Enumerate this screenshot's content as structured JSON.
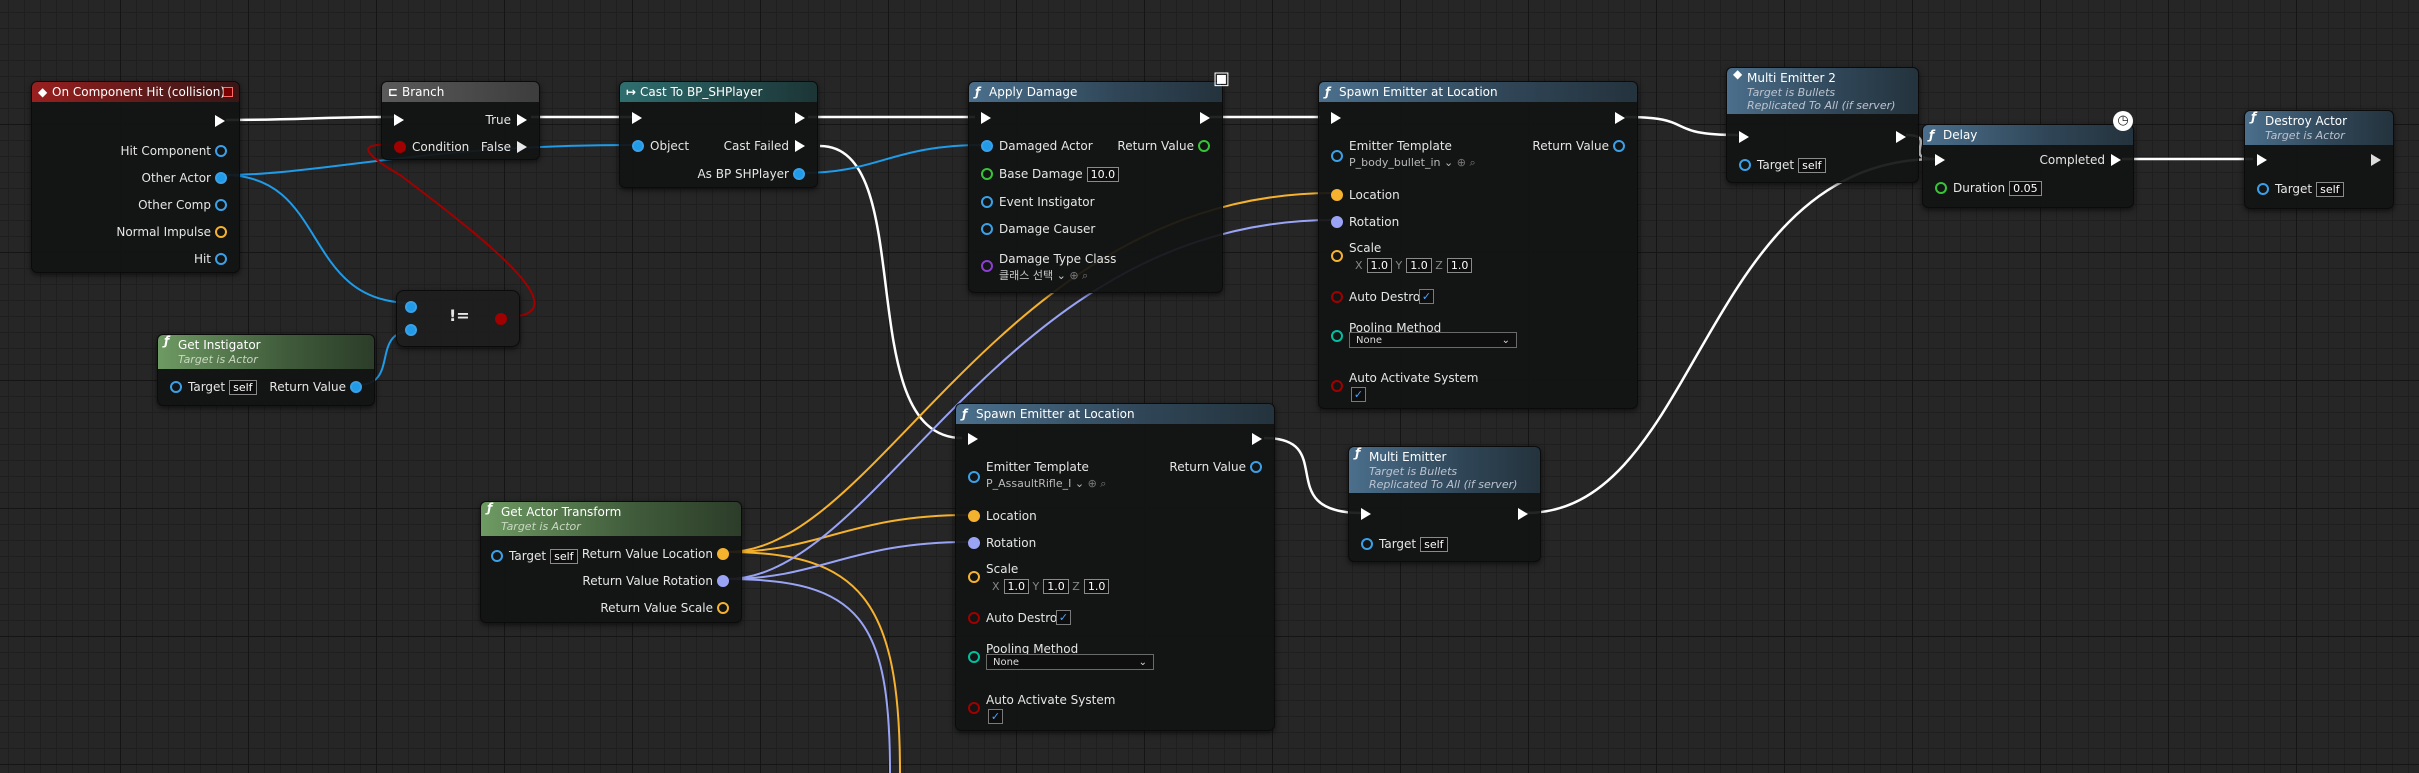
{
  "colors": {
    "exec": "#ffffff",
    "object": "#1f9be8",
    "vector": "#f5b22f",
    "rotator": "#9aa4f5",
    "transform": "#f2a63a",
    "bool": "#a00000",
    "float": "#36c536",
    "string": "#e040e0",
    "struct": "#00c0a0"
  },
  "nodes": {
    "on_hit": {
      "title": "On Component Hit (collision)",
      "pins": [
        "Hit Component",
        "Other Actor",
        "Other Comp",
        "Normal Impulse",
        "Hit"
      ]
    },
    "branch": {
      "title": "Branch",
      "condition": "Condition",
      "true": "True",
      "false": "False"
    },
    "cast": {
      "title": "Cast To BP_SHPlayer",
      "object": "Object",
      "cast_failed": "Cast Failed",
      "as": "As BP SHPlayer"
    },
    "apply_damage": {
      "title": "Apply Damage",
      "damaged_actor": "Damaged Actor",
      "return_value": "Return Value",
      "base_damage": "Base Damage",
      "base_damage_val": "10.0",
      "event_instigator": "Event Instigator",
      "damage_causer": "Damage Causer",
      "damage_type_class": "Damage Type Class",
      "damage_type_val": "클래스 선택"
    },
    "spawn1": {
      "title": "Spawn Emitter at Location",
      "emitter_template": "Emitter Template",
      "template_val": "P_body_bullet_in",
      "return_value": "Return Value",
      "location": "Location",
      "rotation": "Rotation",
      "scale": "Scale",
      "x": "X",
      "y": "Y",
      "z": "Z",
      "sx": "1.0",
      "sy": "1.0",
      "sz": "1.0",
      "auto_destroy": "Auto Destroy",
      "pooling_method": "Pooling Method",
      "pooling_val": "None",
      "auto_activate": "Auto Activate System"
    },
    "multi2": {
      "title": "Multi Emitter 2",
      "sub1": "Target is Bullets",
      "sub2": "Replicated To All (if server)",
      "target": "Target",
      "self": "self"
    },
    "delay": {
      "title": "Delay",
      "completed": "Completed",
      "duration": "Duration",
      "duration_val": "0.05"
    },
    "destroy": {
      "title": "Destroy Actor",
      "sub": "Target is Actor",
      "target": "Target",
      "self": "self"
    },
    "not_equal": {
      "title": "!="
    },
    "get_instigator": {
      "title": "Get Instigator",
      "sub": "Target is Actor",
      "target": "Target",
      "self": "self",
      "return_value": "Return Value"
    },
    "spawn2": {
      "title": "Spawn Emitter at Location",
      "emitter_template": "Emitter Template",
      "template_val": "P_AssaultRifle_I",
      "return_value": "Return Value",
      "location": "Location",
      "rotation": "Rotation",
      "scale": "Scale",
      "x": "X",
      "y": "Y",
      "z": "Z",
      "sx": "1.0",
      "sy": "1.0",
      "sz": "1.0",
      "auto_destroy": "Auto Destroy",
      "pooling_method": "Pooling Method",
      "pooling_val": "None",
      "auto_activate": "Auto Activate System"
    },
    "multi": {
      "title": "Multi Emitter",
      "sub1": "Target is Bullets",
      "sub2": "Replicated To All (if server)",
      "target": "Target",
      "self": "self"
    },
    "get_transform": {
      "title": "Get Actor Transform",
      "sub": "Target is Actor",
      "target": "Target",
      "self": "self",
      "rv_location": "Return Value Location",
      "rv_rotation": "Return Value Rotation",
      "rv_scale": "Return Value Scale"
    }
  }
}
